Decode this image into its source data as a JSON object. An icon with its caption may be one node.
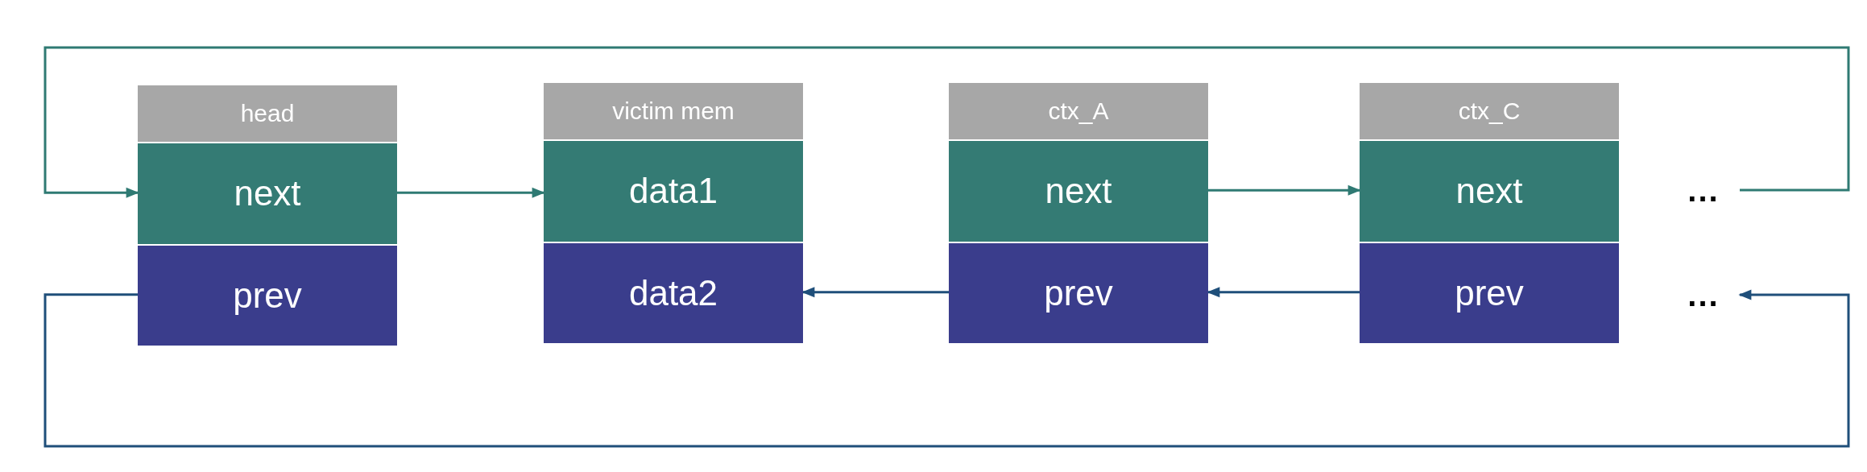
{
  "diagram": {
    "nodes": [
      {
        "text": [
          "head"
        ]
      },
      {
        "text": [
          "next"
        ],
        "in": 0
      },
      {
        "text": [
          "prev"
        ],
        "in": 0
      },
      {
        "text": [
          "victim mem"
        ]
      },
      {
        "text": [
          "data1"
        ],
        "in": 3
      },
      {
        "text": [
          "data2"
        ],
        "in": 3
      },
      {
        "text": [
          "ctx_A"
        ]
      },
      {
        "text": [
          "next"
        ],
        "in": 6
      },
      {
        "text": [
          "prev"
        ],
        "in": 6
      },
      {
        "text": [
          "ctx_C"
        ]
      },
      {
        "text": [
          "next"
        ],
        "in": 9
      },
      {
        "text": [
          "prev"
        ],
        "in": 9
      },
      {
        "text": [
          "..."
        ]
      },
      {
        "text": [
          "..."
        ]
      }
    ],
    "edges": [
      {
        "from": 1,
        "to": 4,
        "arrow": "to"
      },
      {
        "from": 7,
        "to": 10,
        "arrow": "to"
      },
      {
        "from": 8,
        "to": 5,
        "arrow": "to",
        "color": "#1f4f7a"
      },
      {
        "from": 11,
        "to": 8,
        "arrow": "to",
        "color": "#1f4f7a"
      },
      {
        "from": 12,
        "to": 1,
        "arrow": "to"
      },
      {
        "from": 2,
        "to": 13,
        "arrow": "to",
        "color": "#1f4f7a"
      }
    ]
  }
}
